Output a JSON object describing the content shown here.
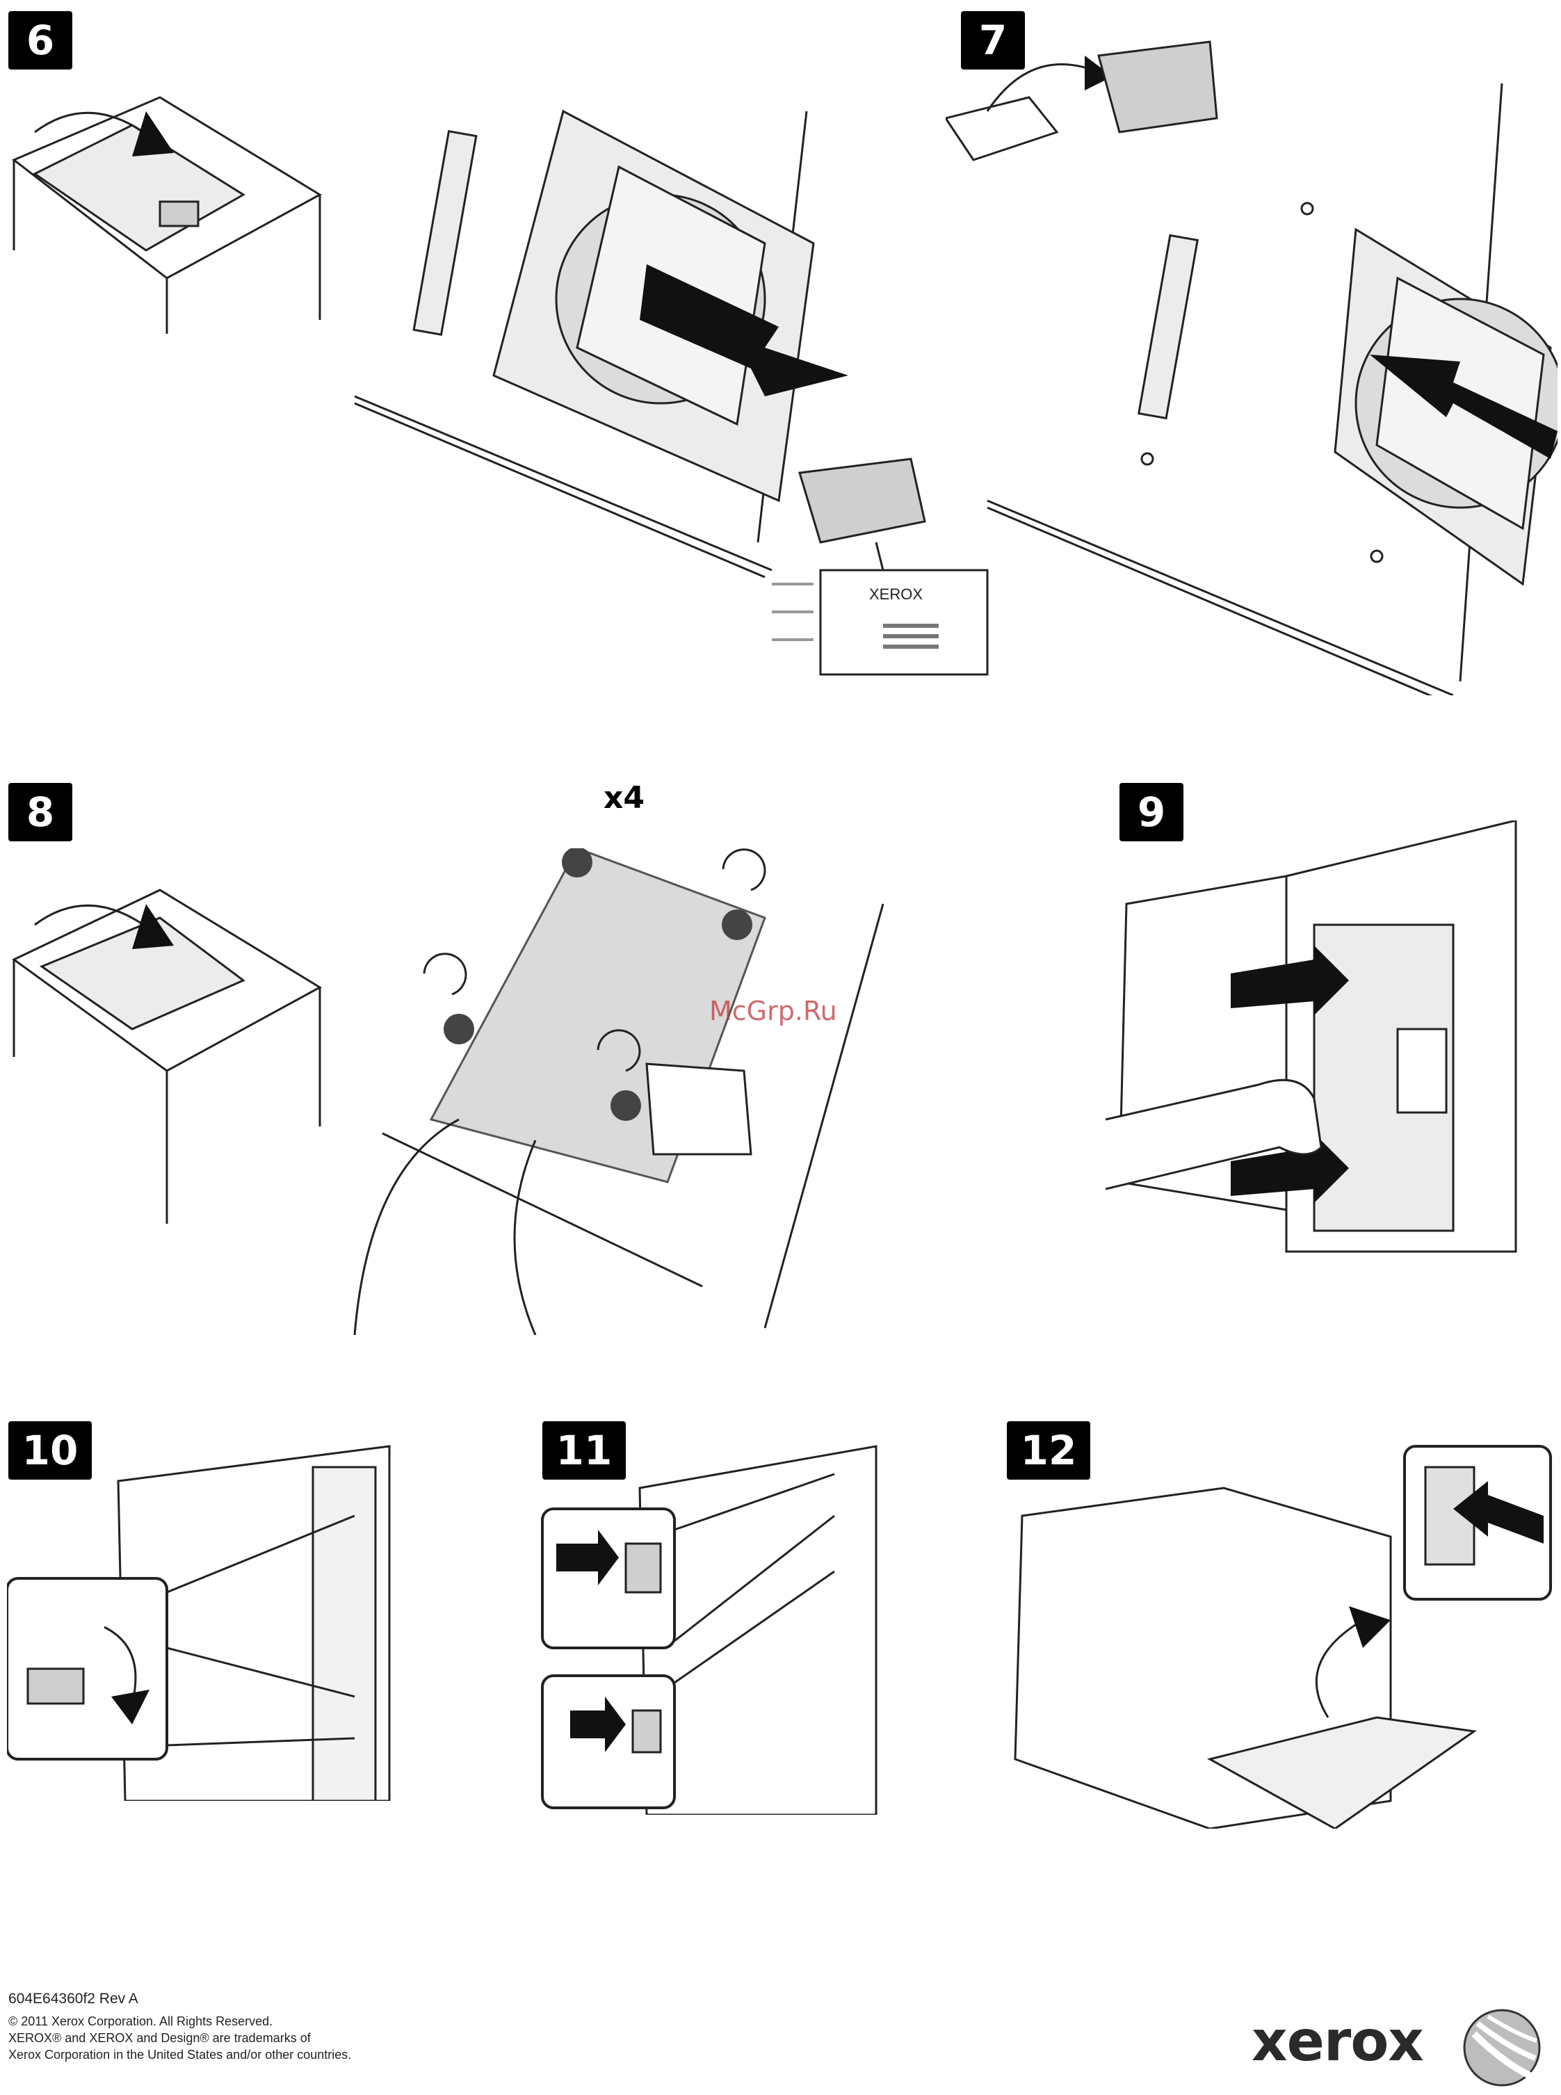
{
  "steps": {
    "s6": "6",
    "s7": "7",
    "s8": "8",
    "s9": "9",
    "s10": "10",
    "s11": "11",
    "s12": "12"
  },
  "step8": {
    "multiplier": "x4"
  },
  "step6": {
    "envelope_label": "XEROX"
  },
  "watermark": "McGrp.Ru",
  "footer": {
    "doc_code": "604E64360f2 Rev A",
    "copyright": "© 2011 Xerox Corporation. All Rights Reserved.",
    "trademark_1": "XEROX® and XEROX and Design® are trademarks of",
    "trademark_2": "Xerox Corporation in the United States and/or other countries."
  },
  "logo": {
    "text": "xerox",
    "icon": "xerox-sphere-icon"
  }
}
